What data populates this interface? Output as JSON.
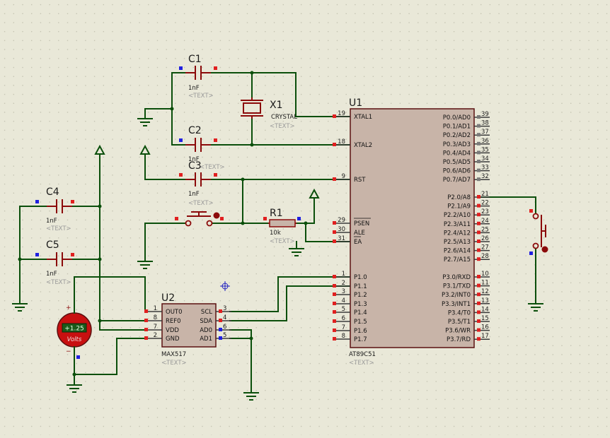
{
  "components": {
    "c1": {
      "ref": "C1",
      "value": "1nF",
      "tag": "<TEXT>"
    },
    "c2": {
      "ref": "C2",
      "value": "1nF",
      "tag": "<TEXT>"
    },
    "c3": {
      "ref": "C3",
      "value": "1nF",
      "tag": "<TEXT>"
    },
    "c4": {
      "ref": "C4",
      "value": "1nF",
      "tag": "<TEXT>"
    },
    "c5": {
      "ref": "C5",
      "value": "1nF",
      "tag": "<TEXT>"
    },
    "x1": {
      "ref": "X1",
      "value": "CRYSTAL",
      "tag": "<TEXT>"
    },
    "r1": {
      "ref": "R1",
      "value": "10k",
      "tag": "<TEXT>"
    },
    "u1": {
      "ref": "U1",
      "part": "AT89C51",
      "tag": "<TEXT>",
      "left_pins": [
        {
          "num": "19",
          "name": "XTAL1"
        },
        {
          "num": "18",
          "name": "XTAL2"
        },
        {
          "num": "9",
          "name": "RST"
        },
        {
          "num": "29",
          "name": "PSEN"
        },
        {
          "num": "30",
          "name": "ALE"
        },
        {
          "num": "31",
          "name": "EA"
        },
        {
          "num": "1",
          "name": "P1.0"
        },
        {
          "num": "2",
          "name": "P1.1"
        },
        {
          "num": "3",
          "name": "P1.2"
        },
        {
          "num": "4",
          "name": "P1.3"
        },
        {
          "num": "5",
          "name": "P1.4"
        },
        {
          "num": "6",
          "name": "P1.5"
        },
        {
          "num": "7",
          "name": "P1.6"
        },
        {
          "num": "8",
          "name": "P1.7"
        }
      ],
      "right_pins": [
        {
          "num": "39",
          "name": "P0.0/AD0"
        },
        {
          "num": "38",
          "name": "P0.1/AD1"
        },
        {
          "num": "37",
          "name": "P0.2/AD2"
        },
        {
          "num": "36",
          "name": "P0.3/AD3"
        },
        {
          "num": "35",
          "name": "P0.4/AD4"
        },
        {
          "num": "34",
          "name": "P0.5/AD5"
        },
        {
          "num": "33",
          "name": "P0.6/AD6"
        },
        {
          "num": "32",
          "name": "P0.7/AD7"
        },
        {
          "num": "21",
          "name": "P2.0/A8"
        },
        {
          "num": "22",
          "name": "P2.1/A9"
        },
        {
          "num": "23",
          "name": "P2.2/A10"
        },
        {
          "num": "24",
          "name": "P2.3/A11"
        },
        {
          "num": "25",
          "name": "P2.4/A12"
        },
        {
          "num": "26",
          "name": "P2.5/A13"
        },
        {
          "num": "27",
          "name": "P2.6/A14"
        },
        {
          "num": "28",
          "name": "P2.7/A15"
        },
        {
          "num": "10",
          "name": "P3.0/RXD"
        },
        {
          "num": "11",
          "name": "P3.1/TXD"
        },
        {
          "num": "12",
          "name": "P3.2/INT0"
        },
        {
          "num": "13",
          "name": "P3.3/INT1"
        },
        {
          "num": "14",
          "name": "P3.4/T0"
        },
        {
          "num": "15",
          "name": "P3.5/T1"
        },
        {
          "num": "16",
          "name": "P3.6/WR"
        },
        {
          "num": "17",
          "name": "P3.7/RD"
        }
      ]
    },
    "u2": {
      "ref": "U2",
      "part": "MAX517",
      "tag": "<TEXT>",
      "left_pins": [
        {
          "num": "1",
          "name": "OUT0"
        },
        {
          "num": "8",
          "name": "REF0"
        },
        {
          "num": "7",
          "name": "VDD"
        },
        {
          "num": "2",
          "name": "GND"
        }
      ],
      "right_pins": [
        {
          "num": "3",
          "name": "SCL"
        },
        {
          "num": "4",
          "name": "SDA"
        },
        {
          "num": "6",
          "name": "AD0"
        },
        {
          "num": "5",
          "name": "AD1"
        }
      ]
    },
    "voltmeter": {
      "reading": "+1.25",
      "unit": "Volts",
      "plus": "+",
      "minus": "−"
    }
  },
  "colors": {
    "background": "#e9e8d8",
    "grid_dot": "#b9b8a6",
    "wire": "#0b4f0b",
    "component": "#8b0a0a",
    "ic_fill": "#c8b4a8",
    "pin_red": "#e02020",
    "pin_blue": "#2020e0",
    "pin_grey": "#7a7a7a",
    "meter_fill": "#c81010",
    "meter_display": "#1a5a1a"
  },
  "icons": {
    "ground": "ground-icon",
    "power": "power-arrow-icon",
    "cursor": "crosshair-cursor-icon"
  }
}
